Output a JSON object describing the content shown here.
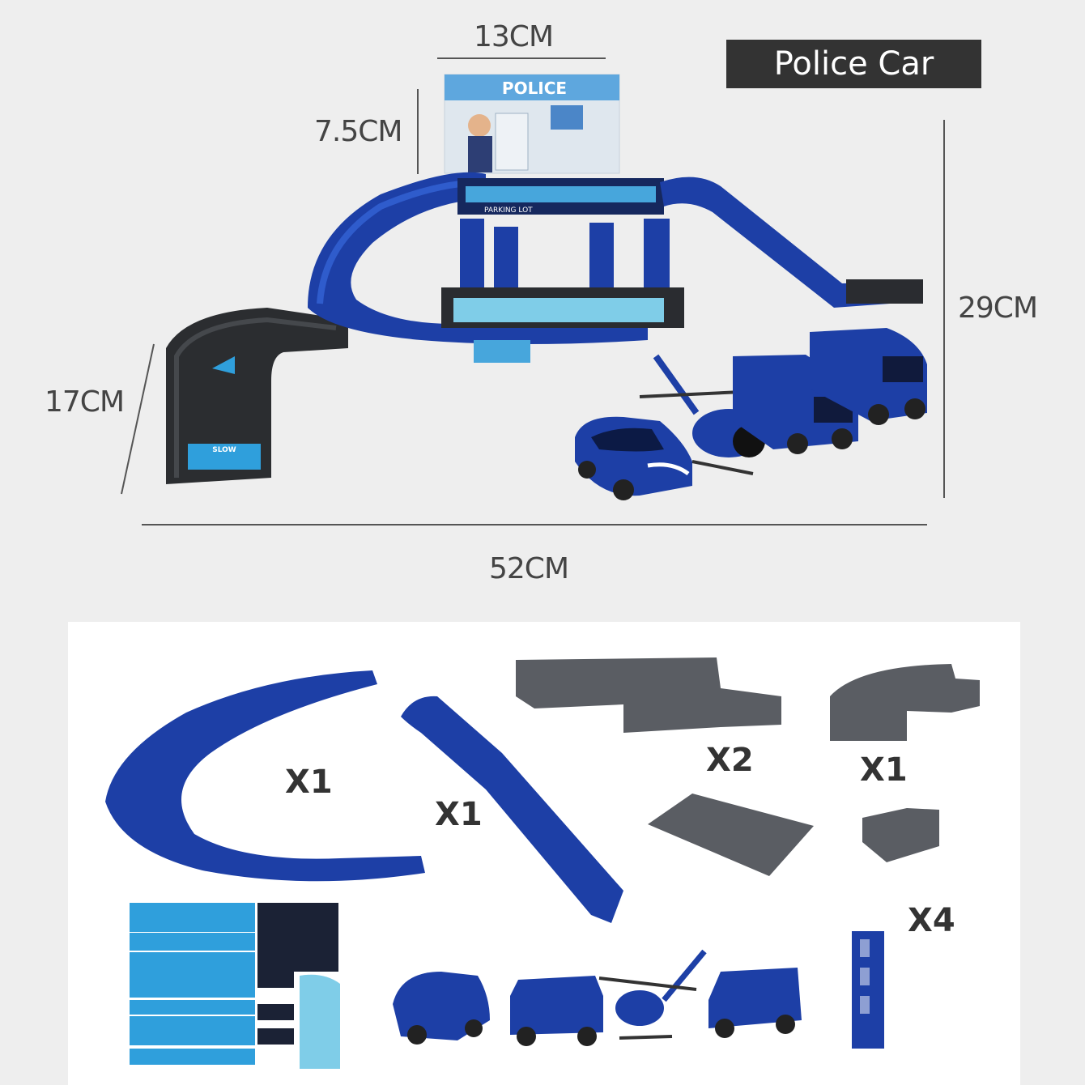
{
  "badge": {
    "label": "Police Car"
  },
  "dimensions": {
    "top_width": "13CM",
    "sign_height": "7.5CM",
    "total_height": "29CM",
    "depth": "17CM",
    "total_width": "52CM"
  },
  "signage": {
    "station_sign": "POLICE",
    "parking_lot": "PARKING LOT",
    "slow": "SLOW"
  },
  "parts": {
    "curved_ramp_qty": "X1",
    "slope_ramp_qty": "X1",
    "base_plate_qty": "X2",
    "corner_track_qty": "X1",
    "pillar_qty": "X4"
  },
  "colors": {
    "blue": "#1d3fa6",
    "grey": "#5a5d63",
    "sticker": "#2f9fdc",
    "tag_bg": "#333333"
  }
}
